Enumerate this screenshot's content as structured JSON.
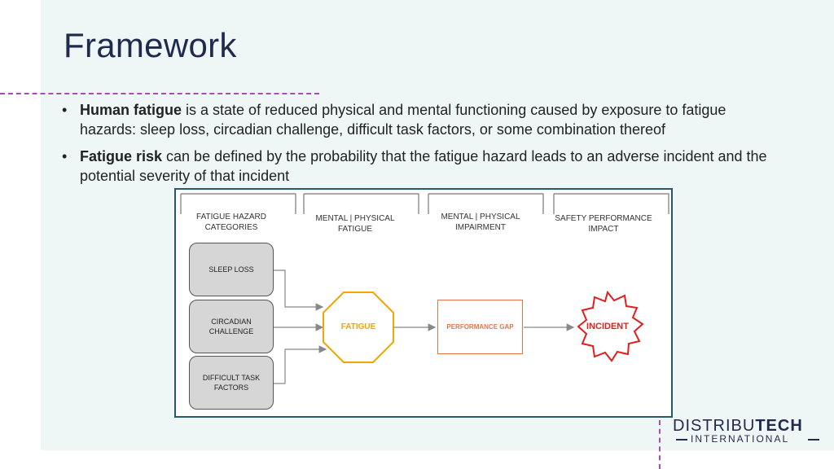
{
  "slide": {
    "title": "Framework"
  },
  "bullets": [
    {
      "bold": "Human fatigue",
      "text": " is a state of reduced physical and mental functioning caused by exposure to fatigue hazards: sleep loss, circadian challenge, difficult task factors, or some combination thereof"
    },
    {
      "bold": "Fatigue risk",
      "text": " can be defined by the probability that the fatigue hazard leads to an adverse incident and the potential severity of that incident"
    }
  ],
  "diagram": {
    "headers": {
      "categories": "FATIGUE HAZARD CATEGORIES",
      "fatigue": "MENTAL | PHYSICAL FATIGUE",
      "impairment": "MENTAL | PHYSICAL IMPAIRMENT",
      "impact": "SAFETY PERFORMANCE IMPACT"
    },
    "categories": [
      "SLEEP LOSS",
      "CIRCADIAN CHALLENGE",
      "DIFFICULT TASK FACTORS"
    ],
    "fatigue_label": "FATIGUE",
    "performance_label": "PERFORMANCE GAP",
    "incident_label": "INCIDENT",
    "colors": {
      "fatigue": "#f0a500",
      "performance": "#e8734a",
      "incident": "#e01e1e",
      "category_fill": "#d6d6d6"
    }
  },
  "logo": {
    "main_light": "DISTRIBU",
    "main_bold": "TECH",
    "sub": "INTERNATIONAL"
  },
  "colors": {
    "accent_dash": "#a64db3",
    "title": "#1f2a4d",
    "panel_bg": "#eef7f5"
  }
}
